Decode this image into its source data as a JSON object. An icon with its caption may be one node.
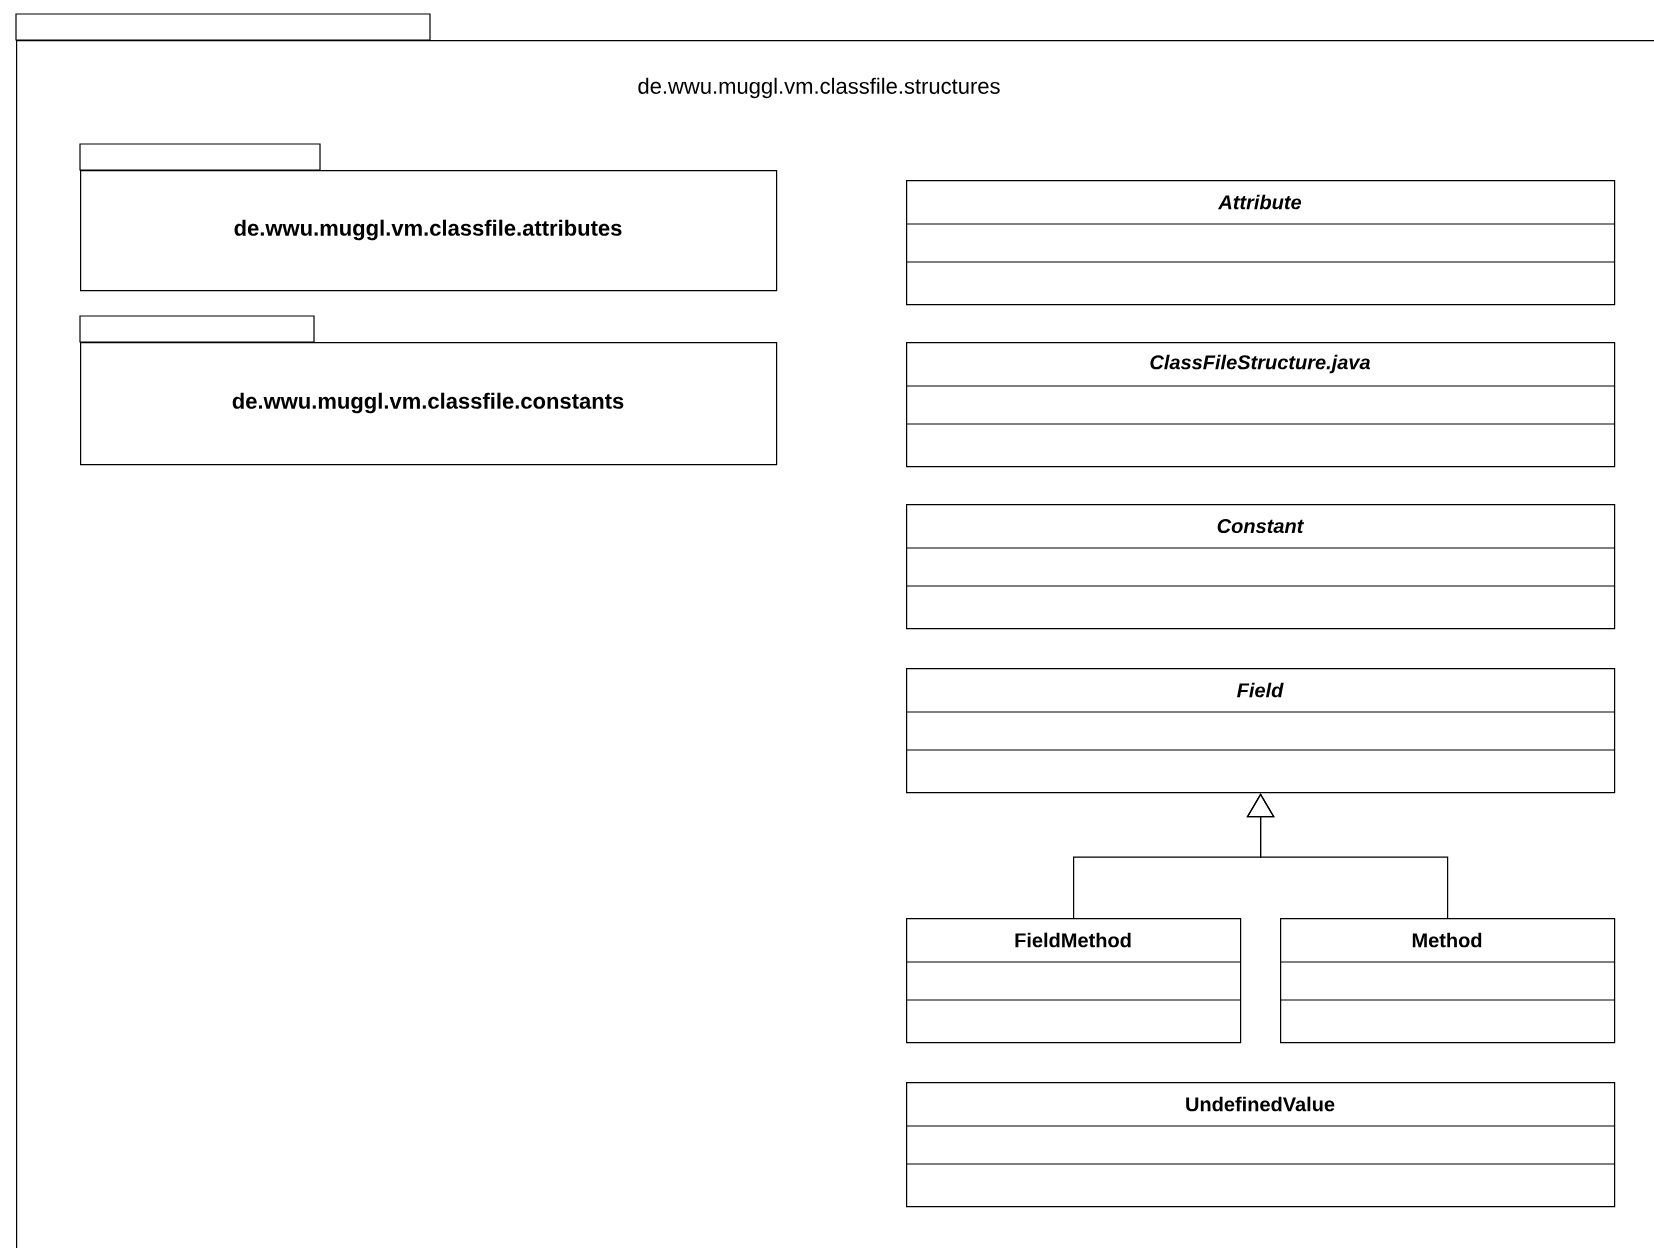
{
  "diagram": {
    "nodes": [
      {
        "text": [
          "de.wwu.muggl.vm.classfile.structures"
        ]
      },
      {
        "text": [
          "de.wwu.muggl.vm.classfile.attributes"
        ],
        "in": 0
      },
      {
        "text": [
          "de.wwu.muggl.vm.classfile.constants"
        ],
        "in": 0
      },
      {
        "text": [
          "Attribute"
        ],
        "in": 0
      },
      {
        "text": [
          "ClassFileStructure.java"
        ],
        "in": 0
      },
      {
        "text": [
          "Constant"
        ],
        "in": 0
      },
      {
        "text": [
          "Field"
        ],
        "in": 0
      },
      {
        "text": [
          "FieldMethod"
        ],
        "in": 0
      },
      {
        "text": [
          "Method"
        ],
        "in": 0
      },
      {
        "text": [
          "UndefinedValue"
        ],
        "in": 0
      }
    ],
    "edges": [
      {
        "from": 7,
        "to": 6,
        "arrow": "to"
      },
      {
        "from": 8,
        "to": 6,
        "arrow": "to"
      }
    ]
  }
}
